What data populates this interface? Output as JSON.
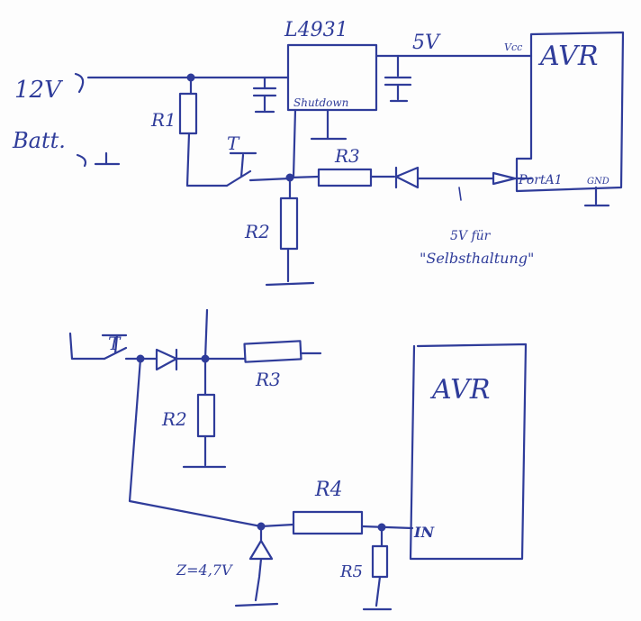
{
  "ink_color": "#2f3c9a",
  "top": {
    "supply_label": "12V",
    "battery_label": "Batt.",
    "regulator_label": "L4931",
    "shutdown_label": "Shutdown",
    "out_voltage_label": "5V",
    "avr_label": "AVR",
    "vcc_label": "Vcc",
    "port_label": "PortA1",
    "gnd_label": "GND",
    "r1_label": "R1",
    "r2_label": "R2",
    "r3_label": "R3",
    "switch_label": "T",
    "note_line1": "5V für",
    "note_line2": "\"Selbsthaltung\""
  },
  "bottom": {
    "switch_label": "T",
    "r2_label": "R2",
    "r3_label": "R3",
    "r4_label": "R4",
    "r5_label": "R5",
    "zener_label": "Z=4,7V",
    "avr_label": "AVR",
    "in_label": "IN"
  }
}
